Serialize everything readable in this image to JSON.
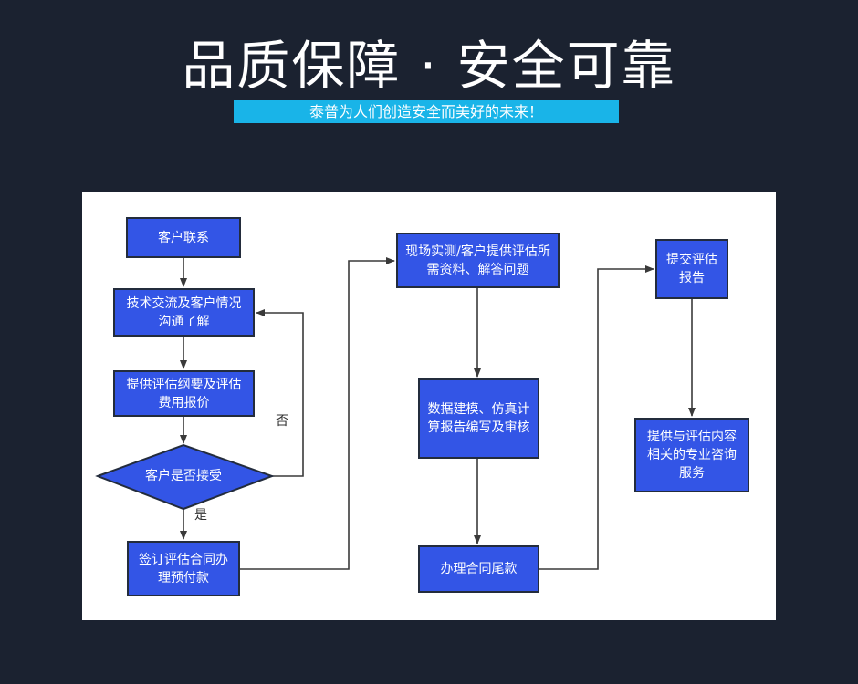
{
  "header": {
    "title": "品质保障 · 安全可靠",
    "subtitle": "泰普为人们创造安全而美好的未来！"
  },
  "flowchart": {
    "nodes": {
      "contact": "客户联系",
      "exchange": "技术交流及客户情况沟通了解",
      "quote": "提供评估纲要及评估费用报价",
      "accept": "客户是否接受",
      "sign": "签订评估合同办理预付款",
      "survey": "现场实测/客户提供评估所需资料、解答问题",
      "model": "数据建模、仿真计算报告编写及审核",
      "final_payment": "办理合同尾款",
      "submit": "提交评估报告",
      "consult": "提供与评估内容相关的专业咨询服务"
    },
    "edge_labels": {
      "no": "否",
      "yes": "是"
    },
    "colors": {
      "node_fill": "#3355e6",
      "node_border": "#232c3c",
      "edge": "#3a3a3a"
    }
  }
}
